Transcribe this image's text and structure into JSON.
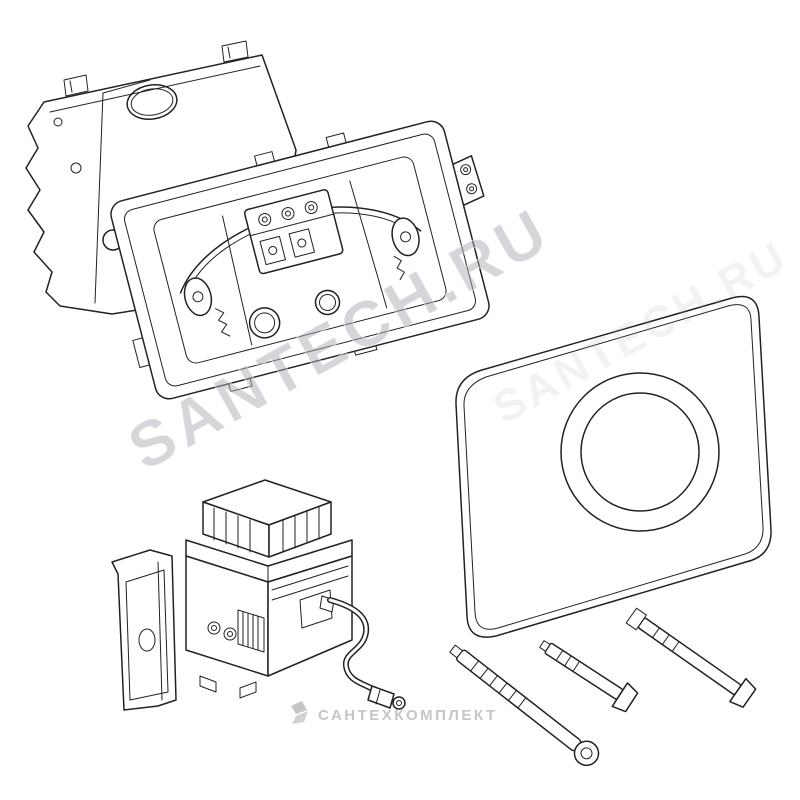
{
  "canvas": {
    "background": "#ffffff",
    "line_color": "#222222",
    "watermark_color": "#a9aeb4",
    "footer_watermark_color": "#c6c6c6"
  },
  "watermarks": {
    "primary": "SANTECH.RU",
    "secondary": "SANTECH.RU",
    "footer": "САНТЕХКОМПЛЕКТ"
  },
  "parts": [
    {
      "id": "protective-cover",
      "icon": "construction-protection-plate-icon"
    },
    {
      "id": "mounting-frame",
      "icon": "flush-plate-mounting-frame-icon"
    },
    {
      "id": "flush-plate",
      "icon": "round-button-flush-plate-icon"
    },
    {
      "id": "servo-unit",
      "icon": "servo-unit-with-cable-icon"
    },
    {
      "id": "actuator-rod-long",
      "icon": "actuator-rod-with-knob-icon"
    },
    {
      "id": "actuator-rod-short",
      "icon": "actuator-pin-short-icon"
    },
    {
      "id": "actuator-rod-medium",
      "icon": "actuator-pin-long-icon"
    }
  ]
}
